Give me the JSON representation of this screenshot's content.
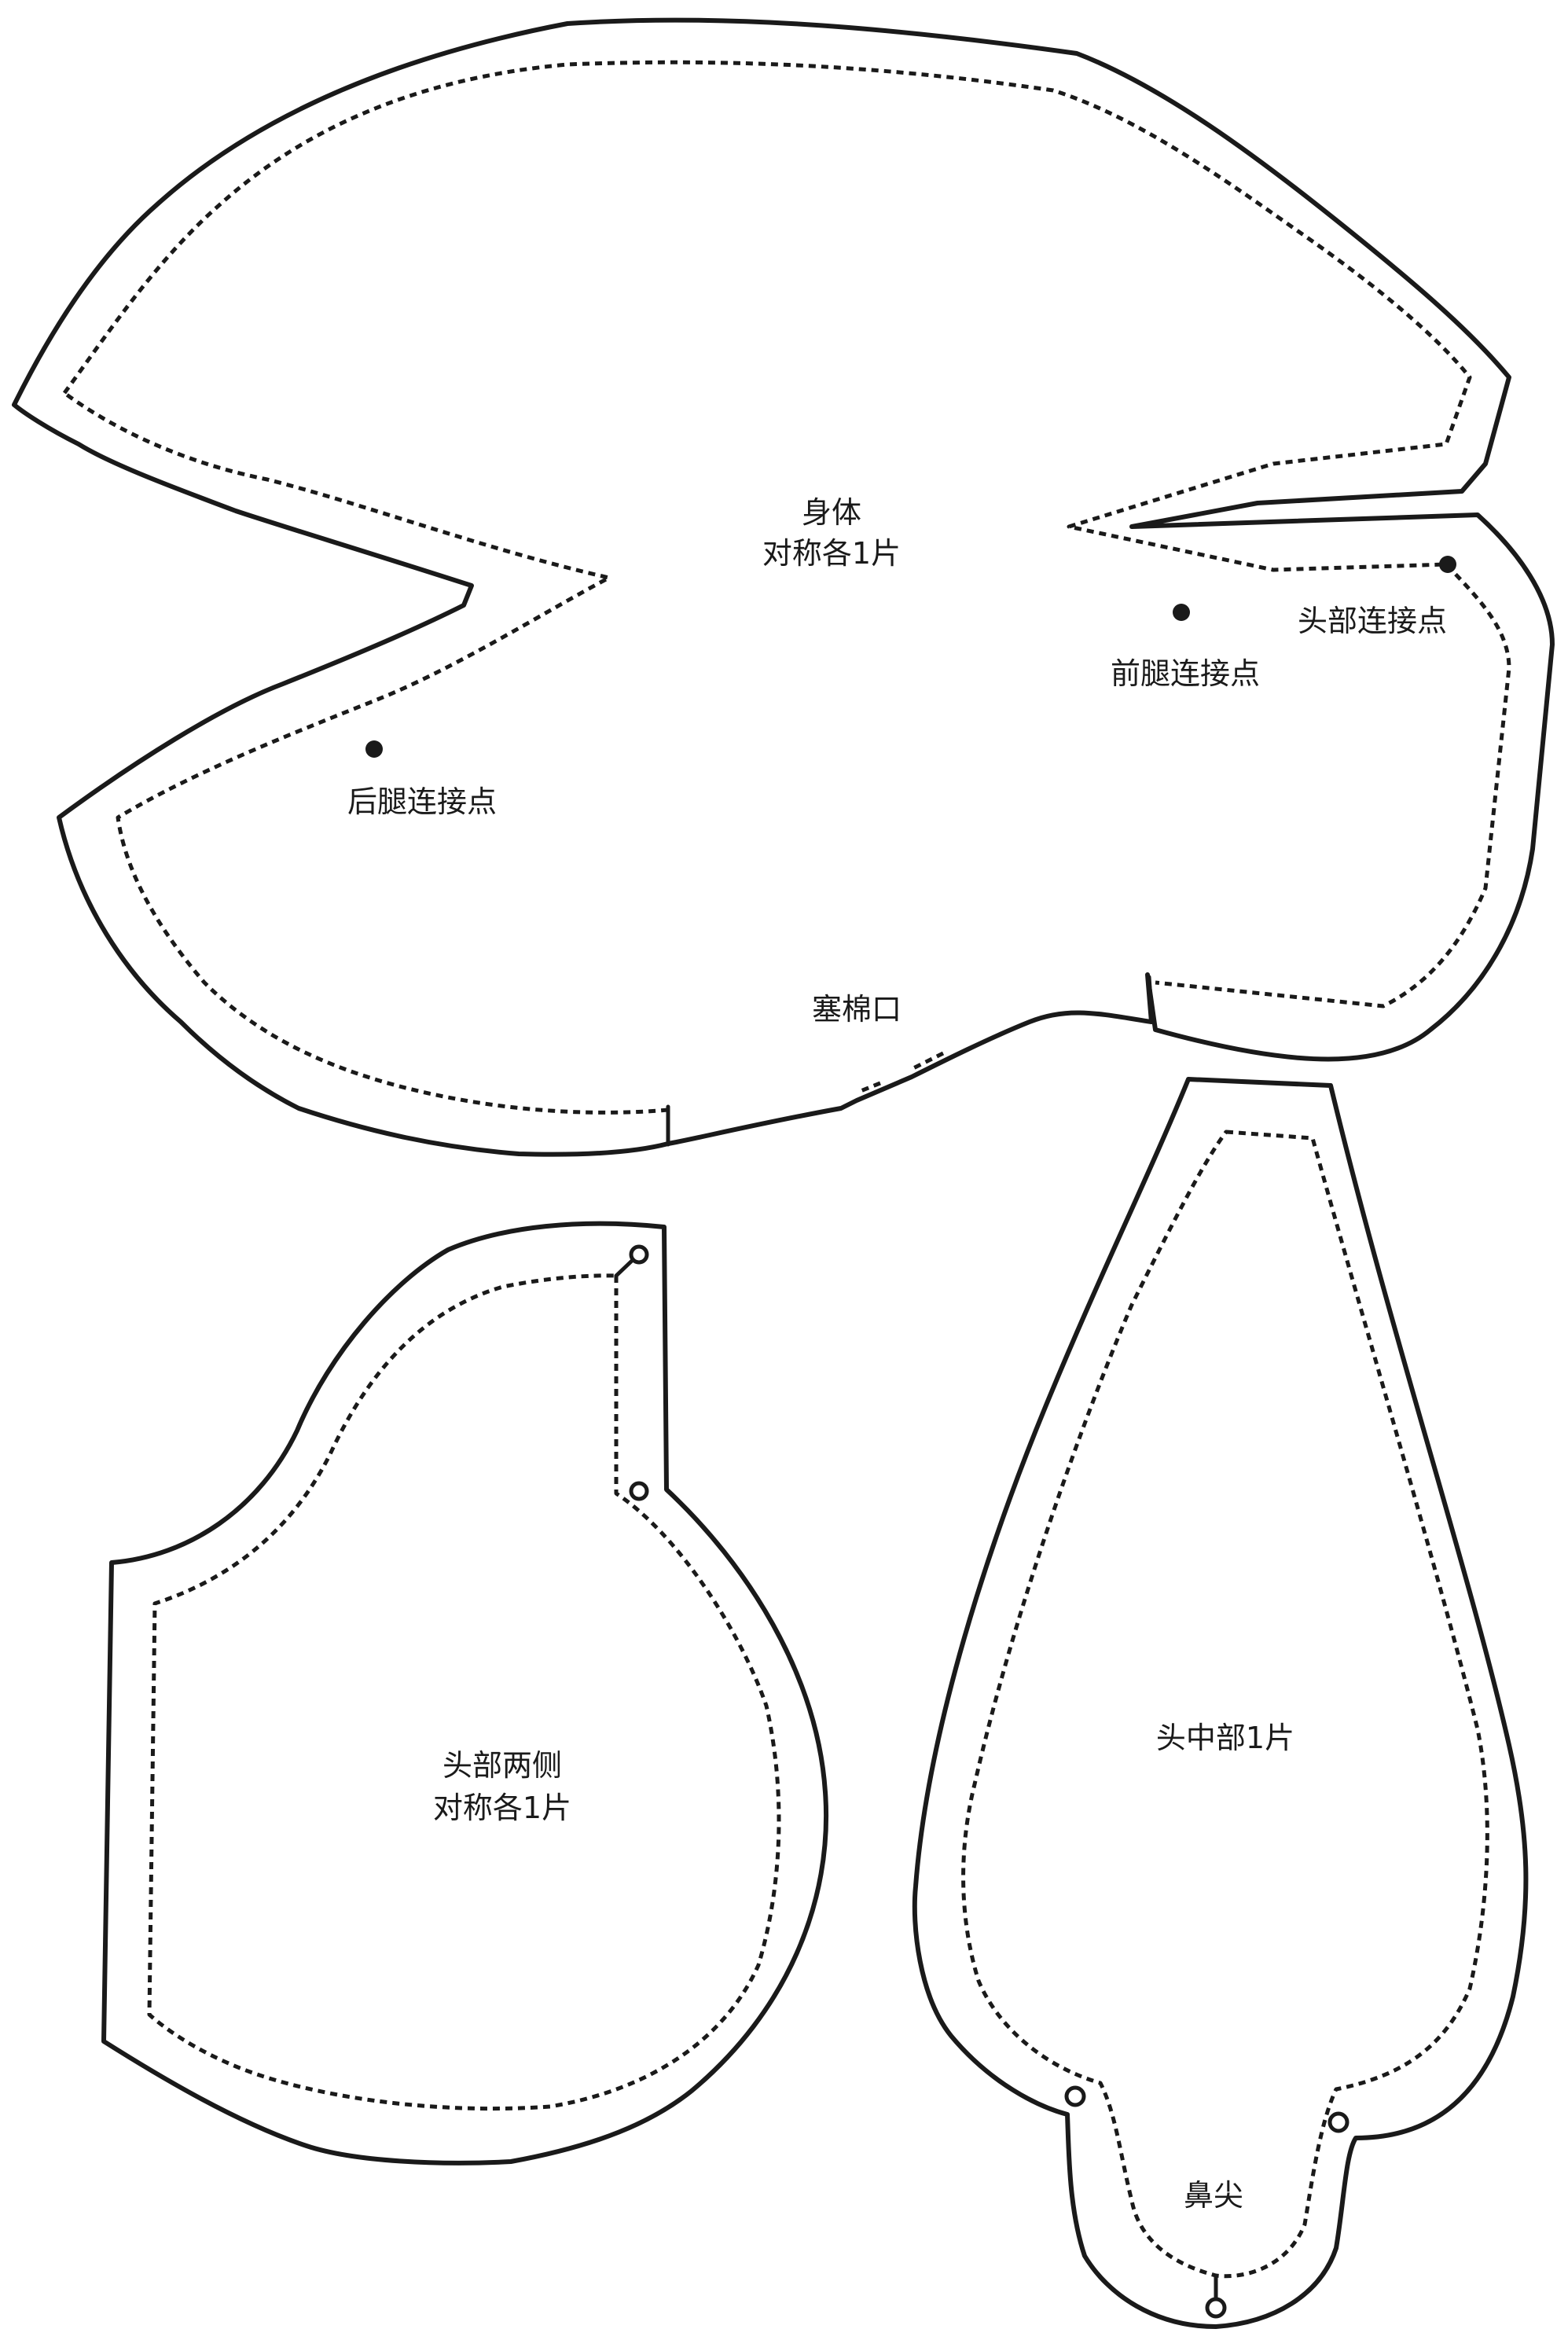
{
  "pieces": {
    "body": {
      "name": "身体",
      "cut_instruction": "对称各1片",
      "front_leg_joint": "前腿连接点",
      "head_joint": "头部连接点",
      "back_leg_joint": "后腿连接点",
      "stuffing_opening": "塞棉口"
    },
    "head_side": {
      "name": "头部两侧",
      "cut_instruction": "对称各1片"
    },
    "head_center": {
      "name": "头中部1片",
      "nose_tip": "鼻尖"
    }
  },
  "colors": {
    "ink": "#1a1a1a",
    "paper": "#ffffff"
  }
}
